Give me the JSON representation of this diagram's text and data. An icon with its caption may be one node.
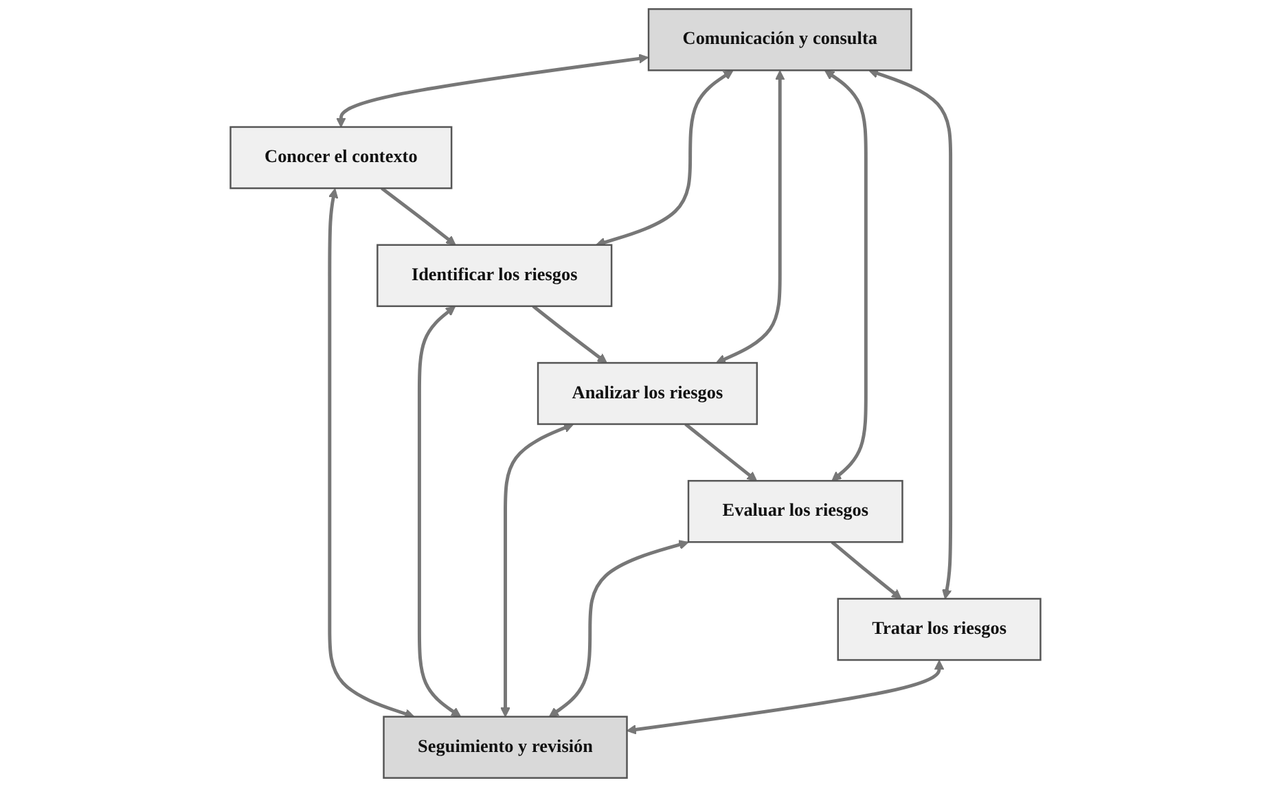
{
  "diagram": {
    "nodes": [
      {
        "text": [
          "Comunicación y consulta"
        ]
      },
      {
        "text": [
          "Conocer el contexto"
        ]
      },
      {
        "text": [
          "Identificar los riesgos"
        ]
      },
      {
        "text": [
          "Analizar los riesgos"
        ]
      },
      {
        "text": [
          "Evaluar los riesgos"
        ]
      },
      {
        "text": [
          "Tratar los riesgos"
        ]
      },
      {
        "text": [
          "Seguimiento y revisión"
        ]
      }
    ],
    "edges": [
      {
        "from": 0,
        "to": 1,
        "arrow": "both"
      },
      {
        "from": 1,
        "to": 6,
        "arrow": "both"
      },
      {
        "from": 1,
        "to": 2,
        "arrow": "to"
      },
      {
        "from": 0,
        "to": 2,
        "arrow": "both"
      },
      {
        "from": 2,
        "to": 6,
        "arrow": "both"
      },
      {
        "from": 2,
        "to": 3,
        "arrow": "to"
      },
      {
        "from": 0,
        "to": 3,
        "arrow": "both"
      },
      {
        "from": 3,
        "to": 6,
        "arrow": "both"
      },
      {
        "from": 3,
        "to": 4,
        "arrow": "to"
      },
      {
        "from": 0,
        "to": 4,
        "arrow": "both"
      },
      {
        "from": 4,
        "to": 6,
        "arrow": "both"
      },
      {
        "from": 4,
        "to": 5,
        "arrow": "to"
      },
      {
        "from": 0,
        "to": 5,
        "arrow": "both"
      },
      {
        "from": 5,
        "to": 6,
        "arrow": "both"
      }
    ]
  }
}
